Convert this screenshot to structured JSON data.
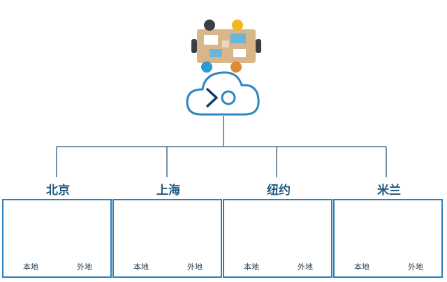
{
  "title": "",
  "colors": {
    "line": "#4d6d87",
    "cloud": "#2c86c4",
    "panel_border": "#2f7fb5",
    "screen_fill": "#e6f2fb",
    "pill": "#2077b6",
    "city_text": "#1f5a82",
    "table": "#d9b58a"
  },
  "hub": {
    "meeting_icon": "meeting-table-icon",
    "cloud_icon": "cloud-logo-icon"
  },
  "cities": [
    {
      "name": "北京",
      "local_label": "本地",
      "remote_label": "外地"
    },
    {
      "name": "上海",
      "local_label": "本地",
      "remote_label": "外地"
    },
    {
      "name": "纽约",
      "local_label": "本地",
      "remote_label": "外地"
    },
    {
      "name": "米兰",
      "local_label": "本地",
      "remote_label": "外地"
    }
  ]
}
